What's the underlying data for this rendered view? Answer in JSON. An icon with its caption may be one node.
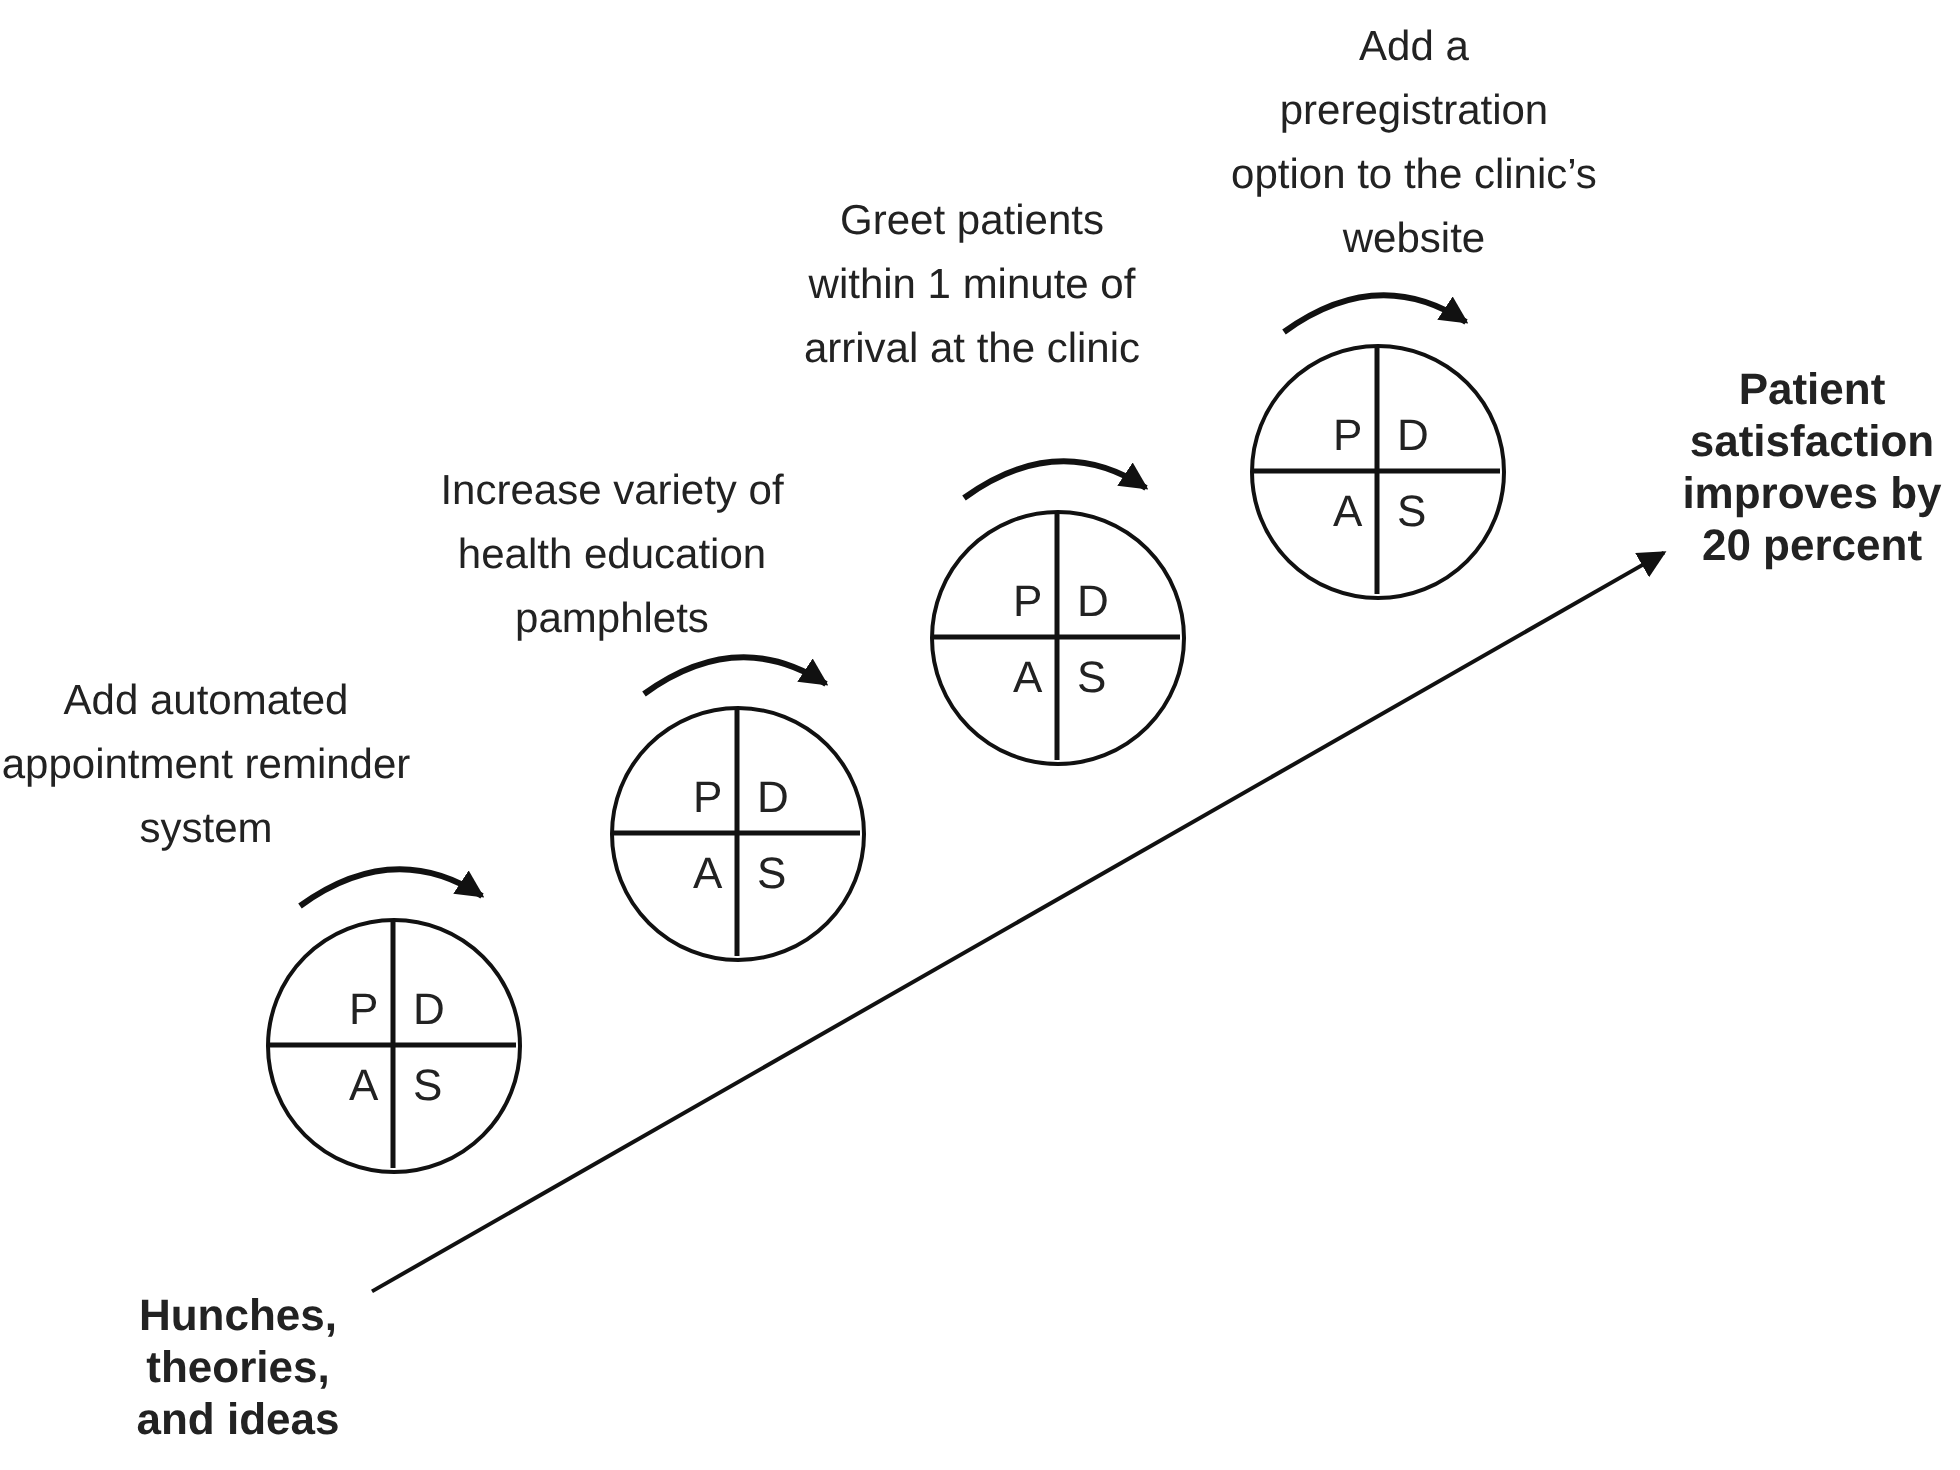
{
  "diagram": {
    "nodes": [
      {
        "text": [
          "Hunches, theories, and ideas"
        ]
      },
      {
        "text": [
          "P",
          "D",
          "A",
          "S"
        ],
        "beside": [
          "Add automated appointment reminder system"
        ]
      },
      {
        "text": [
          "P",
          "D",
          "A",
          "S"
        ],
        "beside": [
          "Increase variety of health education pamphlets"
        ]
      },
      {
        "text": [
          "P",
          "D",
          "A",
          "S"
        ],
        "beside": [
          "Greet patients within 1 minute of arrival at the clinic"
        ]
      },
      {
        "text": [
          "P",
          "D",
          "A",
          "S"
        ],
        "beside": [
          "Add a preregistration option to the clinic’s website"
        ]
      },
      {
        "text": [
          "Patient satisfaction improves by 20 percent"
        ]
      }
    ],
    "edges": [
      {
        "from": 0,
        "to": 5,
        "arrow": "to"
      }
    ]
  }
}
